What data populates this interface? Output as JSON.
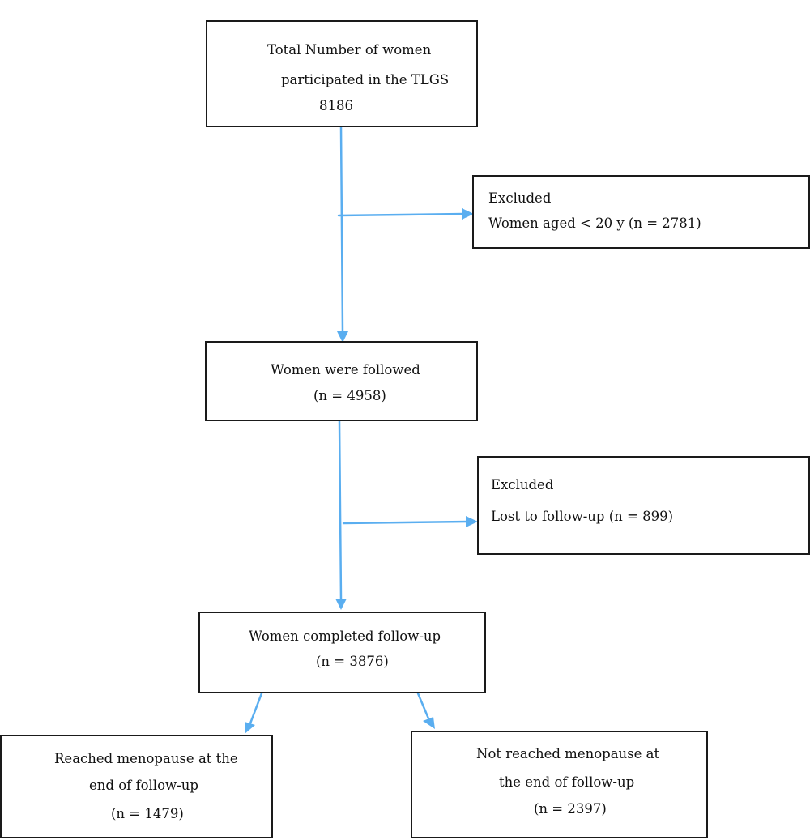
{
  "colors": {
    "arrow": "#5aaef0",
    "border": "#1a1a1a"
  },
  "boxes": {
    "total": {
      "line1": "Total Number of women",
      "line2": "participated in the TLGS",
      "line3": "8186"
    },
    "excluded_age": {
      "line1": "Excluded",
      "line2": "Women aged < 20 y  (n = 2781)"
    },
    "followed": {
      "line1": "Women were followed",
      "line2": "(n = 4958)"
    },
    "excluded_lost": {
      "line1": "Excluded",
      "line2": "Lost to follow-up (n = 899)"
    },
    "completed": {
      "line1": "Women completed follow-up",
      "line2": "(n = 3876)"
    },
    "reached": {
      "line1": "Reached menopause at the",
      "line2": "end of follow-up",
      "line3": "(n = 1479)"
    },
    "not_reached": {
      "line1": "Not reached menopause at",
      "line2": "the end of follow-up",
      "line3": "(n = 2397)"
    }
  }
}
